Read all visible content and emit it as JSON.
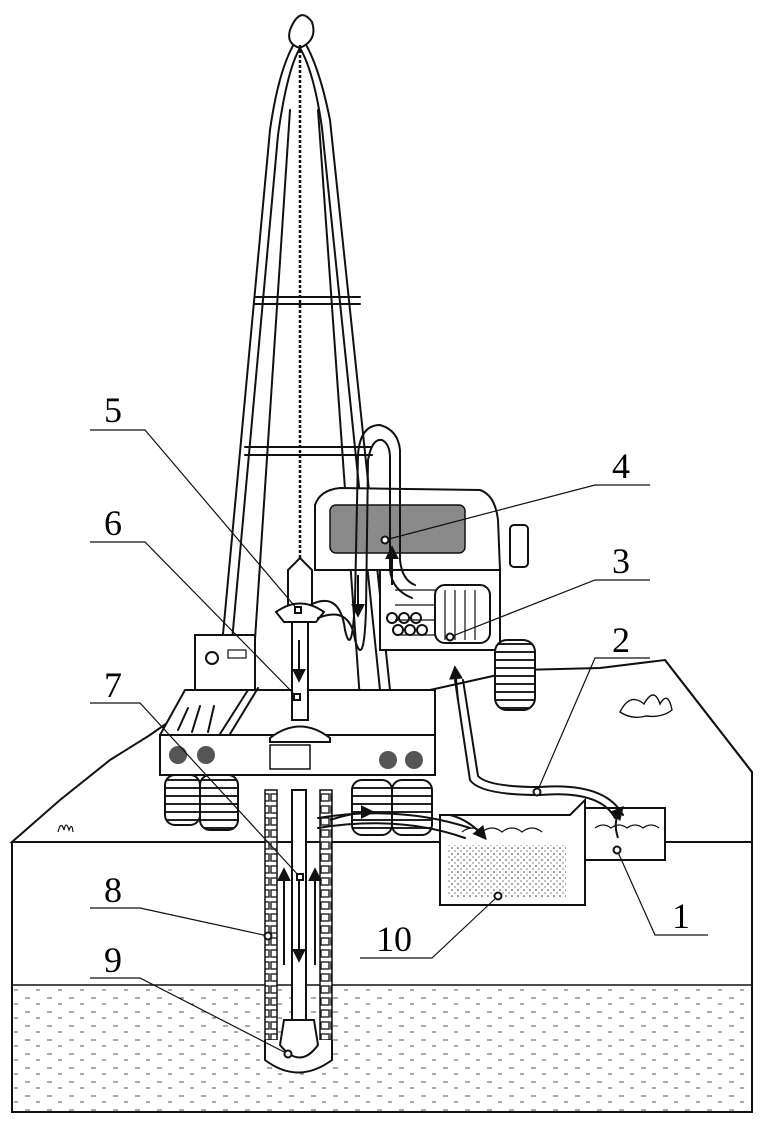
{
  "callouts": [
    {
      "id": "1",
      "label": "1"
    },
    {
      "id": "2",
      "label": "2"
    },
    {
      "id": "3",
      "label": "3"
    },
    {
      "id": "4",
      "label": "4"
    },
    {
      "id": "5",
      "label": "5"
    },
    {
      "id": "6",
      "label": "6"
    },
    {
      "id": "7",
      "label": "7"
    },
    {
      "id": "8",
      "label": "8"
    },
    {
      "id": "9",
      "label": "9"
    },
    {
      "id": "10",
      "label": "10"
    }
  ],
  "colors": {
    "ink": "#111111",
    "paper": "#ffffff",
    "stipple": "#555555",
    "window_tint": "#8a8a8a",
    "wheel_dark": "#2a2a2a"
  }
}
